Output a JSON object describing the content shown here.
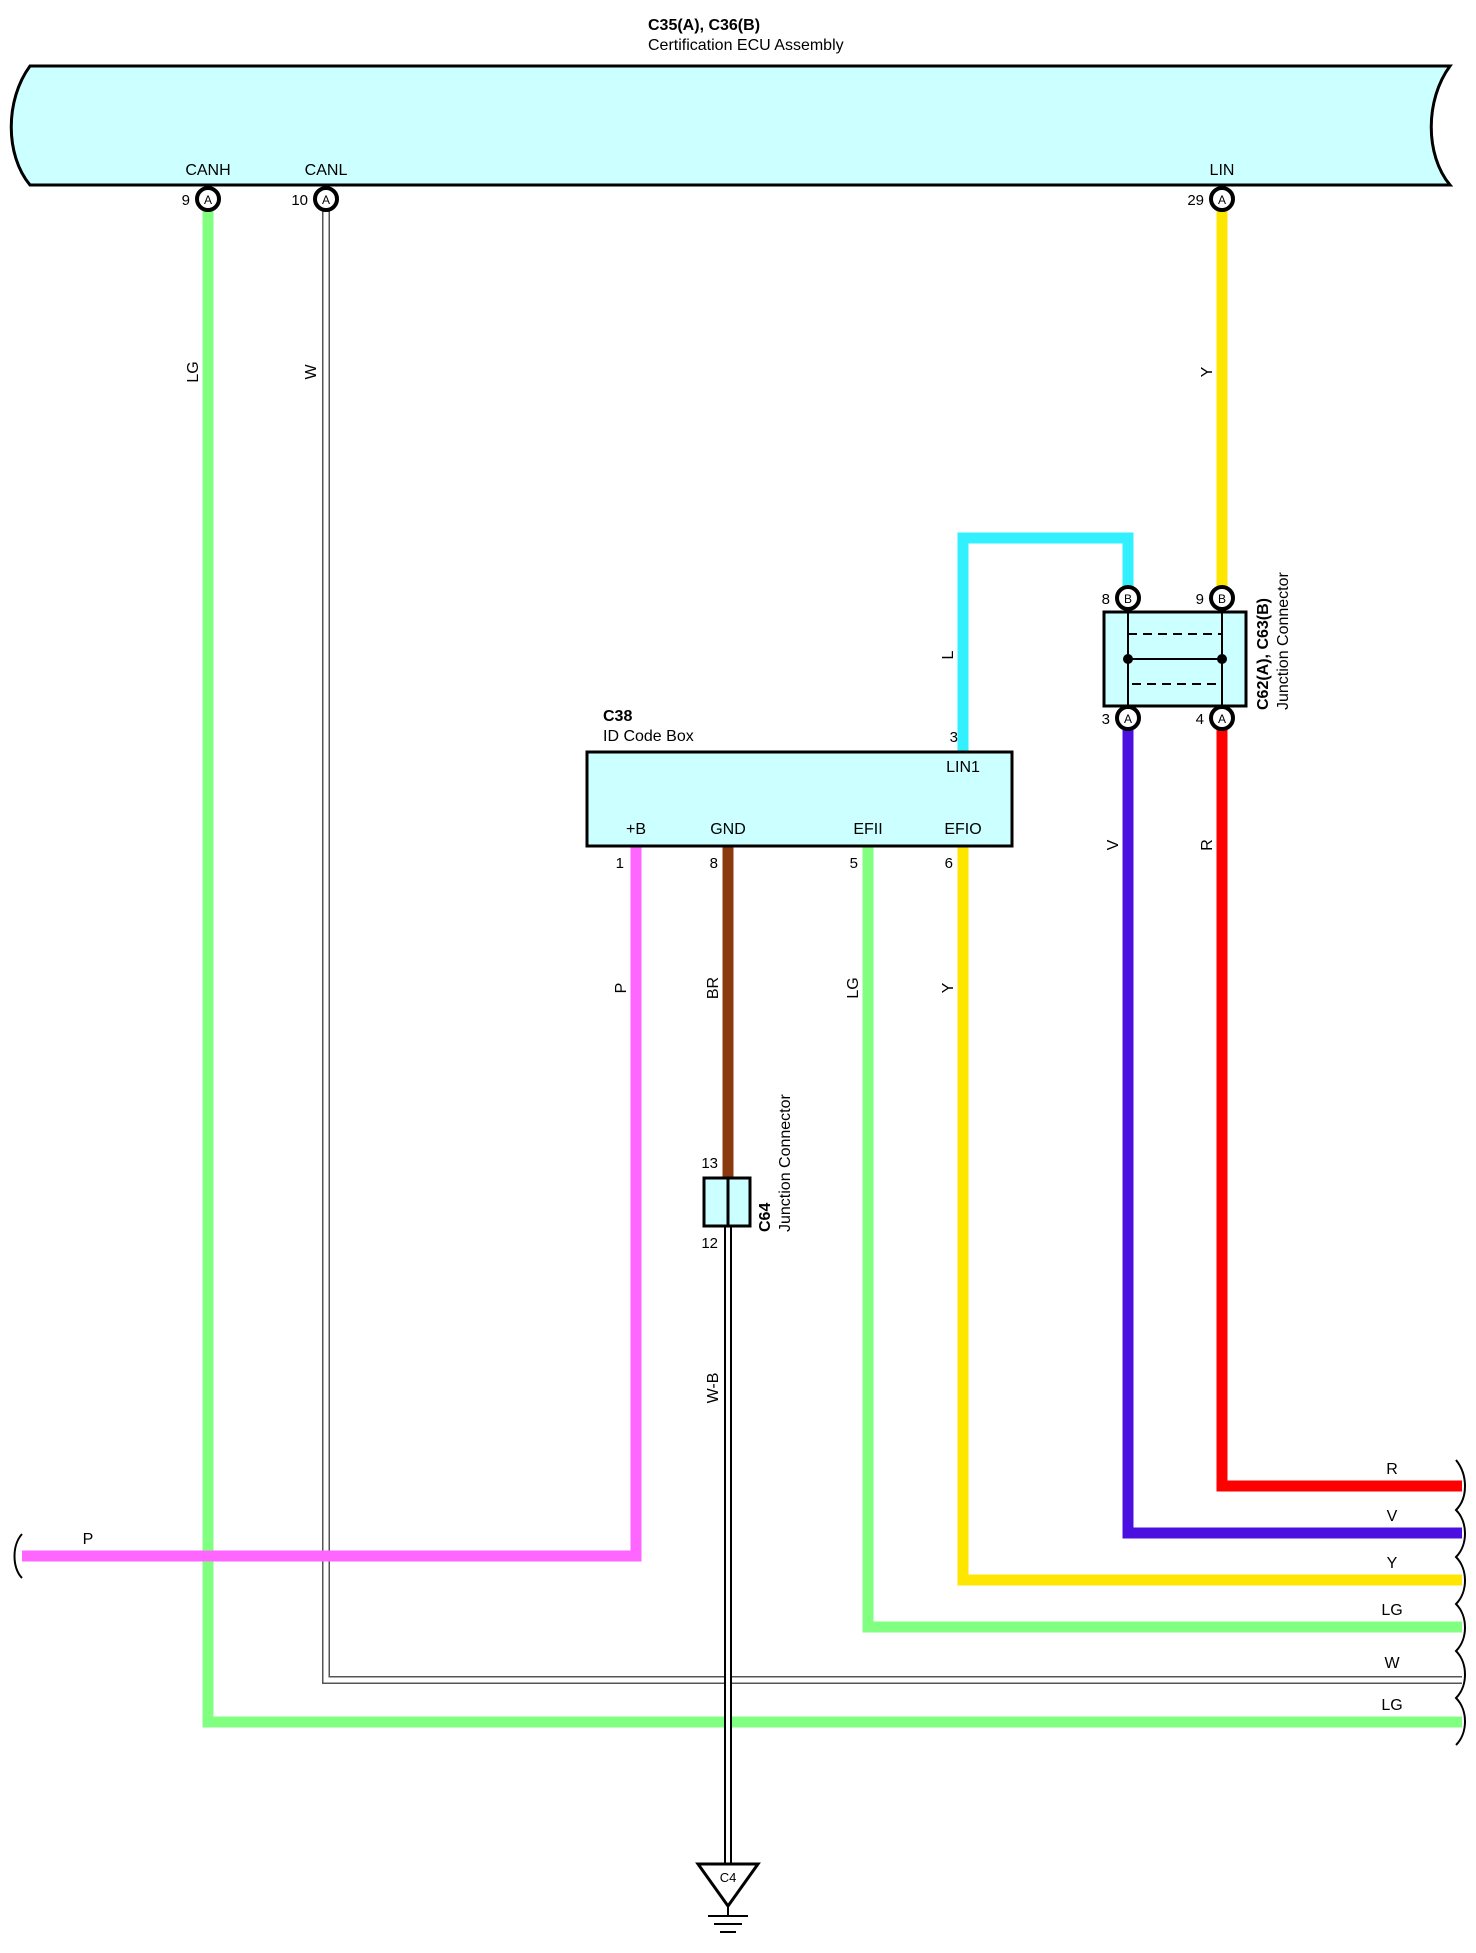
{
  "ecu": {
    "code": "C35(A), C36(B)",
    "name": "Certification ECU Assembly",
    "pins": [
      {
        "label": "CANH",
        "number": "9",
        "letter": "A"
      },
      {
        "label": "CANL",
        "number": "10",
        "letter": "A"
      },
      {
        "label": "LIN",
        "number": "29",
        "letter": "A"
      }
    ]
  },
  "id_box": {
    "code": "C38",
    "name": "ID Code Box",
    "top_pin": {
      "label": "LIN1",
      "number": "3"
    },
    "pins": [
      {
        "label": "+B",
        "number": "1"
      },
      {
        "label": "GND",
        "number": "8"
      },
      {
        "label": "EFII",
        "number": "5"
      },
      {
        "label": "EFIO",
        "number": "6"
      }
    ]
  },
  "junction_c62": {
    "code": "C62(A), C63(B)",
    "name": "Junction Connector",
    "pins": [
      {
        "number": "8",
        "letter": "B"
      },
      {
        "number": "9",
        "letter": "B"
      },
      {
        "number": "3",
        "letter": "A"
      },
      {
        "number": "4",
        "letter": "A"
      }
    ]
  },
  "junction_c64": {
    "code": "C64",
    "name": "Junction Connector",
    "pins": [
      "13",
      "12"
    ]
  },
  "ground": {
    "code": "C4"
  },
  "wire_colors": {
    "LG": "#80ff80",
    "W": "#ffffff",
    "Y": "#ffe600",
    "L": "#33f0ff",
    "V": "#4b10e0",
    "R": "#ff0000",
    "P": "#ff66ff",
    "BR": "#8b3a10",
    "W-B": "#ffffff"
  },
  "wire_labels": {
    "canh": "LG",
    "canl": "W",
    "lin": "Y",
    "lin1": "L",
    "j_v": "V",
    "j_r": "R",
    "plus_b": "P",
    "gnd": "BR",
    "efii": "LG",
    "efio": "Y",
    "ground": "W-B"
  },
  "right_exits": [
    "R",
    "V",
    "Y",
    "LG",
    "W",
    "LG"
  ],
  "left_exit": "P"
}
